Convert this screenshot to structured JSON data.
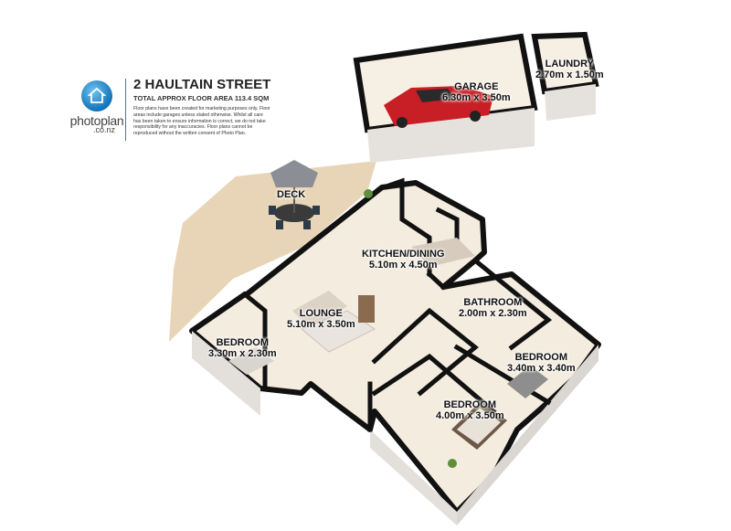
{
  "brand": {
    "name": "photoplan",
    "suffix": ".co.nz",
    "icon": "house-icon"
  },
  "header": {
    "title": "2 HAULTAIN STREET",
    "subtitle": "TOTAL APPROX FLOOR AREA 113.4 SQM",
    "disclaimer": "Floor plans have been created for marketing purposes only. Floor areas include garages unless stated otherwise. Whilst all care has been taken to ensure information is correct, we do not take responsibility for any inaccuracies. Floor plans cannot be reproduced without the written consent of Photo Plan."
  },
  "rooms": [
    {
      "id": "garage",
      "name": "GARAGE",
      "size": "6.30m x 3.50m"
    },
    {
      "id": "laundry",
      "name": "LAUNDRY",
      "size": "2.70m x 1.50m"
    },
    {
      "id": "deck",
      "name": "DECK",
      "size": ""
    },
    {
      "id": "kitchen",
      "name": "KITCHEN/DINING",
      "size": "5.10m x 4.50m"
    },
    {
      "id": "lounge",
      "name": "LOUNGE",
      "size": "5.10m x 3.50m"
    },
    {
      "id": "bathroom",
      "name": "BATHROOM",
      "size": "2.00m x 2.30m"
    },
    {
      "id": "bedroom1",
      "name": "BEDROOM",
      "size": "3.30m x 2.30m"
    },
    {
      "id": "bedroom2",
      "name": "BEDROOM",
      "size": "3.40m x 3.40m"
    },
    {
      "id": "bedroom3",
      "name": "BEDROOM",
      "size": "4.00m x 3.50m"
    }
  ],
  "colors": {
    "wall": "#111111",
    "floor": "#f4ecdf",
    "deck": "#e7d3b4",
    "brand_blue": "#1a7cc4"
  }
}
